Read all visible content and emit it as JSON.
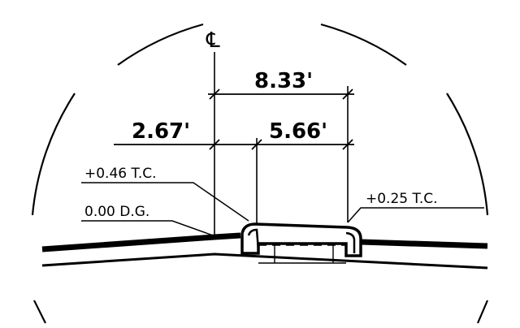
{
  "drawing": {
    "centerline_symbol": "℄",
    "dimensions": {
      "overall": "8.33'",
      "left": "2.67'",
      "right": "5.66'"
    },
    "callouts": {
      "top_of_curb_left": "+0.46 T.C.",
      "design_grade": "0.00 D.G.",
      "top_of_curb_right": "+0.25 T.C."
    }
  }
}
